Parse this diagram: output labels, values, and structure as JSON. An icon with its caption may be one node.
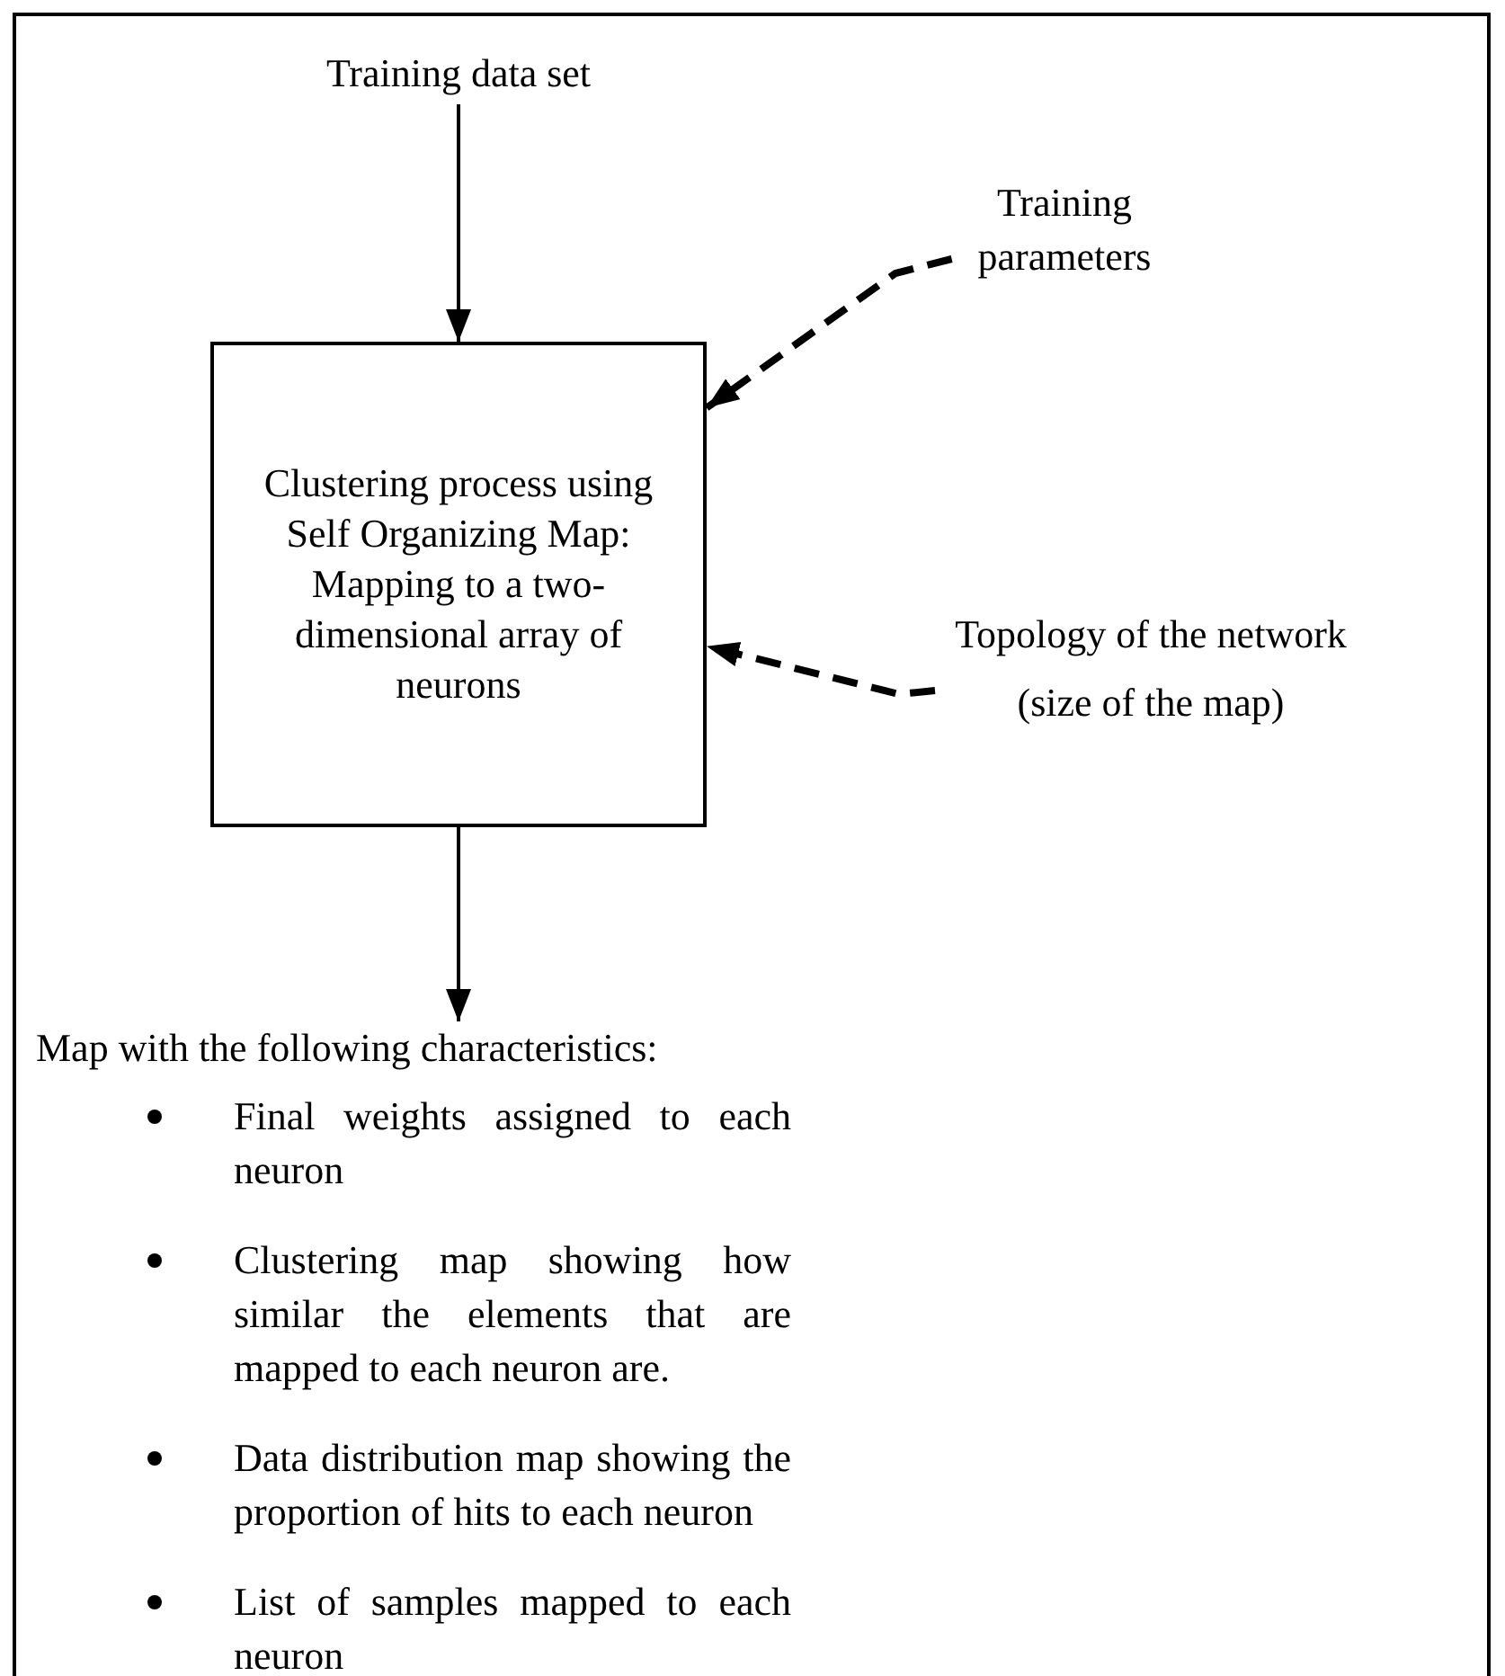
{
  "diagram": {
    "nodes": [
      {
        "text": [
          "Training data set"
        ]
      },
      {
        "text": [
          "Clustering process using Self Organizing Map: Mapping to a two-dimensional array of neurons"
        ]
      },
      {
        "text": [
          "Training parameters"
        ]
      },
      {
        "text": [
          "Topology of the network (size of the map)"
        ]
      },
      {
        "text": [
          "Map with the following characteristics:",
          "Final weights assigned to each neuron",
          "Clustering map showing how similar the elements that are mapped to each neuron are.",
          "Data distribution map showing the proportion of hits to each neuron",
          "List of samples mapped to each neuron"
        ]
      }
    ],
    "edges": [
      {
        "from": 0,
        "to": 1,
        "arrow": "to"
      },
      {
        "from": 2,
        "to": 1,
        "arrow": "to",
        "style": "dashed"
      },
      {
        "from": 3,
        "to": 1,
        "arrow": "to",
        "style": "dashed"
      },
      {
        "from": 1,
        "to": 4,
        "arrow": "to"
      }
    ]
  }
}
